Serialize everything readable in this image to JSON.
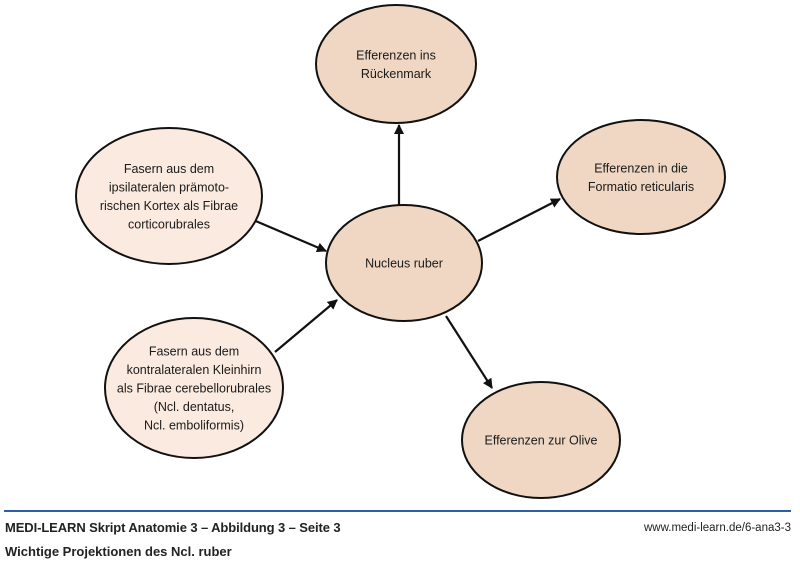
{
  "colors": {
    "node_fill_dark": "#efd7c3",
    "node_fill_light": "#fbeadf",
    "stroke": "#111111",
    "rule": "#2b5fa8"
  },
  "diagram": {
    "center": {
      "id": "nucleus-ruber",
      "lines": [
        "Nucleus ruber"
      ],
      "tone": "dark"
    },
    "afferents": [
      {
        "id": "fibrae-corticorubrales",
        "lines": [
          "Fasern aus dem",
          "ipsilateralen prämoto-",
          "rischen Kortex als Fibrae",
          "corticorubrales"
        ],
        "tone": "light",
        "direction": "to-center"
      },
      {
        "id": "fibrae-cerebellorubrales",
        "lines": [
          "Fasern aus dem",
          "kontralateralen Kleinhirn",
          "als Fibrae cerebellorubrales",
          "(Ncl. dentatus,",
          "Ncl. emboliformis)"
        ],
        "tone": "light",
        "direction": "to-center"
      }
    ],
    "efferents": [
      {
        "id": "rueckenmark",
        "lines": [
          "Efferenzen ins",
          "Rückenmark"
        ],
        "tone": "dark",
        "direction": "from-center"
      },
      {
        "id": "formatio-reticularis",
        "lines": [
          "Efferenzen in die",
          "Formatio reticularis"
        ],
        "tone": "dark",
        "direction": "from-center"
      },
      {
        "id": "olive",
        "lines": [
          "Efferenzen zur Olive"
        ],
        "tone": "dark",
        "direction": "from-center"
      }
    ]
  },
  "footer": {
    "title": "MEDI-LEARN Skript Anatomie 3 – Abbildung 3 – Seite 3",
    "subtitle": "Wichtige Projektionen des Ncl. ruber",
    "url": "www.medi-learn.de/6-ana3-3"
  }
}
